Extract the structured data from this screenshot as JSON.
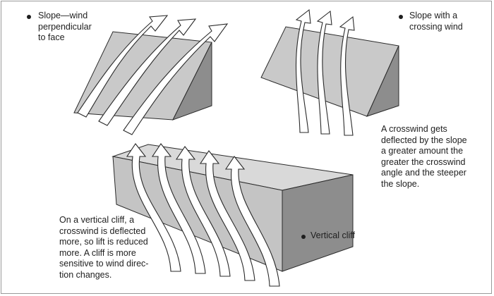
{
  "captions": {
    "slope_perpendicular": "Slope—wind\nperpendicular\nto face",
    "slope_crosswind": "Slope with a\ncrossing wind",
    "crosswind_explanation": "A crosswind gets\ndeflected by the slope\na greater amount the\ngreater the crosswind\nangle and the steeper\nthe slope.",
    "vertical_cliff_explanation": "On a vertical cliff, a\ncrosswind is deflected\nmore, so lift is reduced\nmore. A cliff is more\nsensitive to wind direc-\ntion changes.",
    "vertical_cliff_label": "Vertical cliff"
  },
  "colors": {
    "face": "#c8c8c8",
    "side": "#8a8a8a",
    "top": "#dcdcdc",
    "arrow_fill": "#ffffff",
    "outline": "#2a2a2a"
  }
}
